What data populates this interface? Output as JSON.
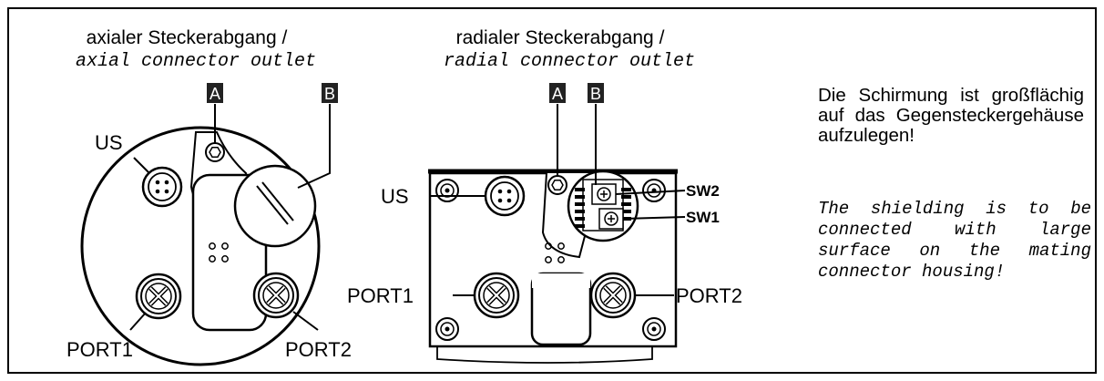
{
  "axial": {
    "caption_de": "axialer Steckerabgang /",
    "caption_en": "axial connector outlet",
    "labels": {
      "a": "A",
      "b": "B",
      "us": "US",
      "port1": "PORT1",
      "port2": "PORT2"
    }
  },
  "radial": {
    "caption_de": "radialer Steckerabgang /",
    "caption_en": "radial connector outlet",
    "labels": {
      "a": "A",
      "b": "B",
      "us": "US",
      "port1": "PORT1",
      "port2": "PORT2",
      "sw1": "SW1",
      "sw2": "SW2"
    }
  },
  "note": {
    "de": "Die Schirmung ist großflächig auf das Gegensteckergehäuse aufzulegen!",
    "en": "The shielding is to be connected with large surface on the mating connector housing!"
  },
  "colors": {
    "line": "#000000",
    "marker_bg": "#222222",
    "marker_text": "#ffffff"
  }
}
